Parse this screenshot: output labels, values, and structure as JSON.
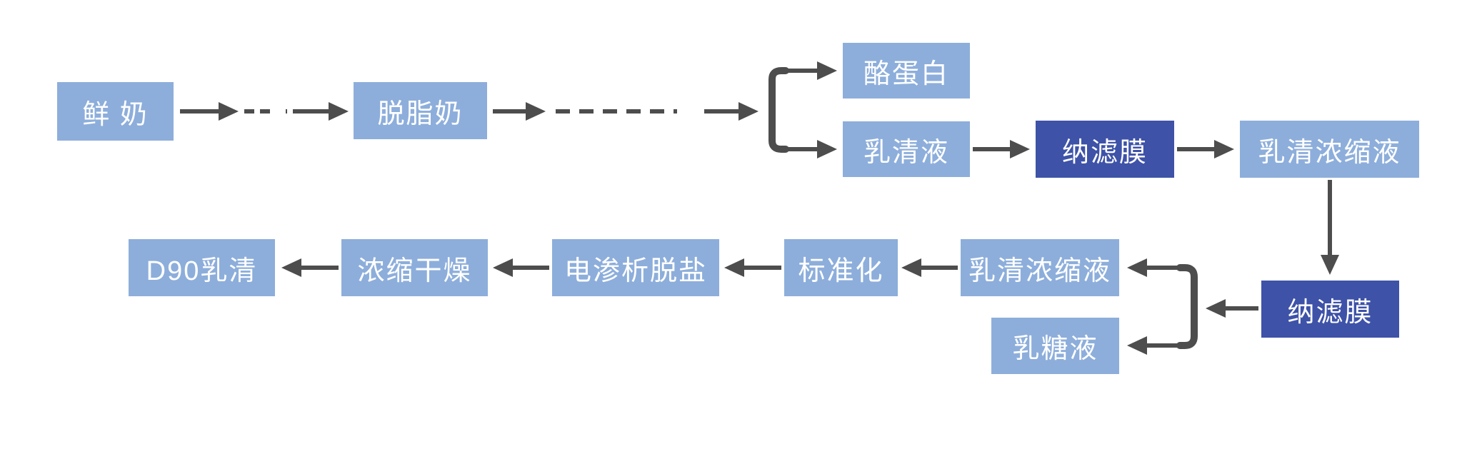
{
  "diagram": {
    "type": "flowchart",
    "description": "乳清加工工艺流程图",
    "colors": {
      "node_fill": "#8DAEDB",
      "node_fill_dark": "#3E52A8",
      "text": "#FFFFFF",
      "connector": "#4D4D4D",
      "background": "#FFFFFF"
    },
    "nodes": [
      {
        "id": "fresh-milk",
        "label": "鲜 奶",
        "variant": "light"
      },
      {
        "id": "skim-milk",
        "label": "脱脂奶",
        "variant": "light"
      },
      {
        "id": "casein",
        "label": "酪蛋白",
        "variant": "light"
      },
      {
        "id": "whey-liquid",
        "label": "乳清液",
        "variant": "light"
      },
      {
        "id": "nanofiltration-membrane-1",
        "label": "纳滤膜",
        "variant": "dark"
      },
      {
        "id": "whey-concentrate-1",
        "label": "乳清浓缩液",
        "variant": "light"
      },
      {
        "id": "whey-concentrate-2",
        "label": "乳清浓缩液",
        "variant": "light"
      },
      {
        "id": "lactose-liquid",
        "label": "乳糖液",
        "variant": "light"
      },
      {
        "id": "standardization",
        "label": "标准化",
        "variant": "light"
      },
      {
        "id": "electrodialysis-desalting",
        "label": "电渗析脱盐",
        "variant": "light"
      },
      {
        "id": "concentration-drying",
        "label": "浓缩干燥",
        "variant": "light"
      },
      {
        "id": "d90-whey",
        "label": "D90乳清",
        "variant": "light"
      },
      {
        "id": "nanofiltration-membrane-2",
        "label": "纳滤膜",
        "variant": "dark"
      }
    ],
    "edges": [
      {
        "from": "fresh-milk",
        "to": "skim-milk",
        "style": "dashed"
      },
      {
        "from": "skim-milk",
        "to": "branch-1",
        "style": "dashed"
      },
      {
        "from": "branch-1",
        "to": "casein",
        "style": "solid"
      },
      {
        "from": "branch-1",
        "to": "whey-liquid",
        "style": "solid"
      },
      {
        "from": "whey-liquid",
        "to": "nanofiltration-membrane-1",
        "style": "solid"
      },
      {
        "from": "nanofiltration-membrane-1",
        "to": "whey-concentrate-1",
        "style": "solid"
      },
      {
        "from": "whey-concentrate-1",
        "to": "nanofiltration-membrane-2",
        "style": "solid"
      },
      {
        "from": "nanofiltration-membrane-2",
        "to": "branch-2",
        "style": "solid"
      },
      {
        "from": "branch-2",
        "to": "whey-concentrate-2",
        "style": "solid"
      },
      {
        "from": "branch-2",
        "to": "lactose-liquid",
        "style": "solid"
      },
      {
        "from": "whey-concentrate-2",
        "to": "standardization",
        "style": "solid"
      },
      {
        "from": "standardization",
        "to": "electrodialysis-desalting",
        "style": "solid"
      },
      {
        "from": "electrodialysis-desalting",
        "to": "concentration-drying",
        "style": "solid"
      },
      {
        "from": "concentration-drying",
        "to": "d90-whey",
        "style": "solid"
      }
    ]
  }
}
